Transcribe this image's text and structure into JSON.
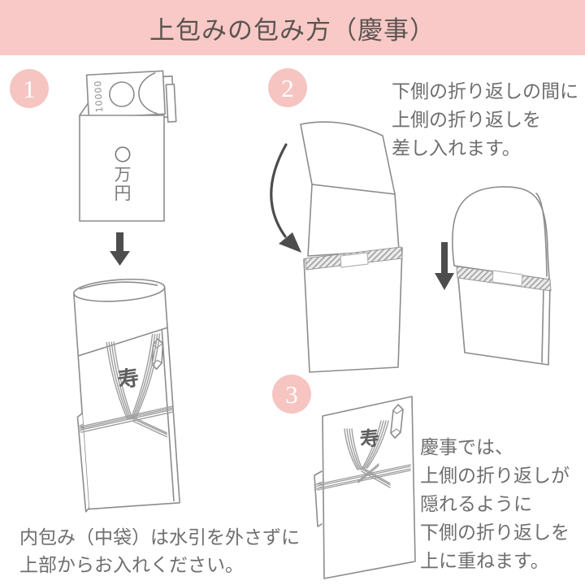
{
  "title": "上包みの包み方（慶事）",
  "step1": {
    "number": "1",
    "banknote_label": "10000",
    "inner_envelope_label": "〇万円",
    "mizuhiki_label": "寿",
    "caption_line1": "内包み（中袋）は水引を外さずに",
    "caption_line2": "上部からお入れください。"
  },
  "step2": {
    "number": "2",
    "line1": "下側の折り返しの間に",
    "line2": "上側の折り返しを",
    "line3": "差し入れます。"
  },
  "step3": {
    "number": "3",
    "mizuhiki_label": "寿",
    "line1": "慶事では、",
    "line2": "上側の折り返しが",
    "line3": "隠れるように",
    "line4": "下側の折り返しを",
    "line5": "上に重ねます。"
  },
  "colors": {
    "banner_pink": "#f8c9c7",
    "step_circle_pink": "#f6c5c1",
    "line_art_gray": "#8c8c8c",
    "cord_gray": "#9e9e9e",
    "arrow_dark_gray": "#4d4d4d",
    "text_gray": "#6e6e6e",
    "title_gray": "#5b5450"
  }
}
